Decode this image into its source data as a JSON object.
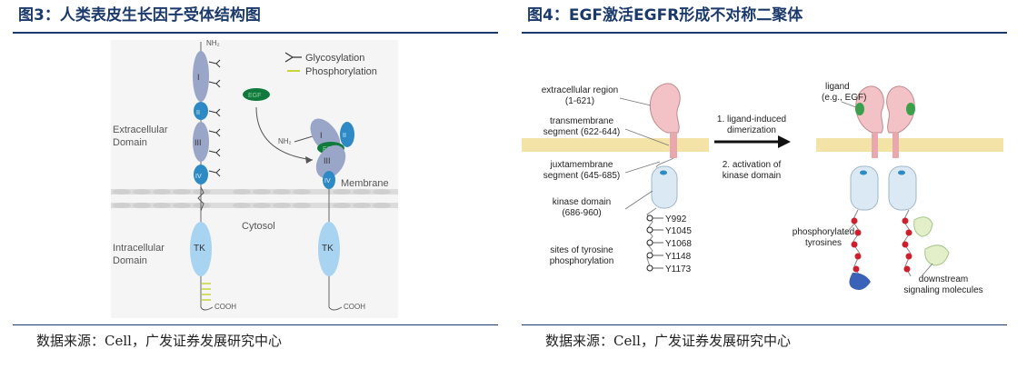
{
  "left_panel": {
    "title": "图3：人类表皮生长因子受体结构图",
    "source": "数据来源：Cell，广发证券发展研究中心",
    "legend": {
      "glycosylation": "Glycosylation",
      "phosphorylation": "Phosphorylation"
    },
    "labels": {
      "extracellular": [
        "Extracellular",
        "Domain"
      ],
      "membrane": "Membrane",
      "cytosol": "Cytosol",
      "intracellular": [
        "Intracellular",
        "Domain"
      ],
      "nh2_left": "NH₂",
      "nh2_right": "NH₂",
      "cooh_left": "COOH",
      "cooh_right": "COOH",
      "tk_left": "TK",
      "tk_right": "TK",
      "egf": "EGF",
      "domain_I_left": "I",
      "domain_II_left": "II",
      "domain_III_left": "III",
      "domain_IV_left": "IV",
      "domain_I_right": "I",
      "domain_II_right": "II",
      "domain_III_right": "III",
      "domain_IV_right": "IV",
      "egf_bound": "EGF"
    },
    "colors": {
      "domain_gray": "#9aa6c8",
      "domain_blue": "#2e8ac4",
      "tk": "#a8d4f2",
      "egf_green": "#0f7a3c",
      "membrane": "#d0d0d0"
    }
  },
  "right_panel": {
    "title": "图4：EGF激活EGFR形成不对称二聚体",
    "source": "数据来源：Cell，广发证券发展研究中心",
    "labels": {
      "extracellular_region": [
        "extracellular region",
        "(1-621)"
      ],
      "transmembrane": [
        "transmembrane",
        "segment (622-644)"
      ],
      "juxtamembrane": [
        "juxtamembrane",
        "segment (645-685)"
      ],
      "kinase_domain": [
        "kinase domain",
        "(686-960)"
      ],
      "sites": [
        "sites of tyrosine",
        "phosphorylation"
      ],
      "tyrosines": [
        "Y992",
        "Y1045",
        "Y1068",
        "Y1148",
        "Y1173"
      ],
      "step1": [
        "1. ligand-induced",
        "dimerization"
      ],
      "step2": [
        "2. activation of",
        "kinase domain"
      ],
      "ligand": [
        "ligand",
        "(e.g., EGF)"
      ],
      "phosphorylated": [
        "phosphorylated",
        "tyrosines"
      ],
      "downstream": [
        "downstream",
        "signaling molecules"
      ]
    },
    "colors": {
      "membrane": "#f3e3a6",
      "extracellular": "#f2c2c6",
      "kinase": "#dbe9f4",
      "phospho": "#cf1f2e",
      "ligand": "#3aa14a",
      "downstream": "#e2efc9",
      "signal_blue": "#3a63b8"
    }
  }
}
